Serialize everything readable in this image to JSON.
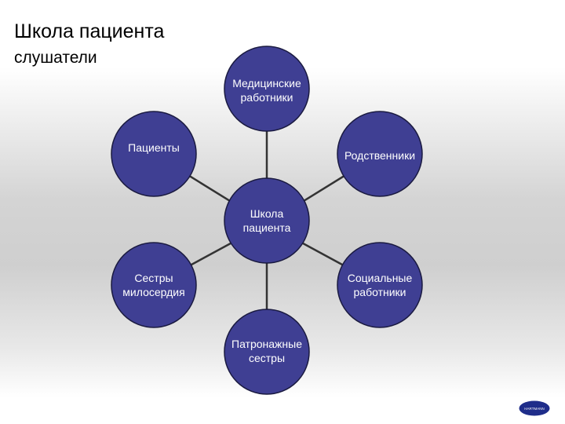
{
  "slide": {
    "title": "Школа пациента",
    "subtitle": "слушатели"
  },
  "diagram": {
    "center": "Школа\nпациента",
    "nodes": {
      "top": "Медицинские\nработники",
      "upper_left": "Пациенты",
      "upper_right": "Родственники",
      "lower_left": "Сестры\nмилосердия",
      "lower_right": "Социальные\nработники",
      "bottom": "Патронажные\nсестры"
    }
  },
  "logo": {
    "text": "HARTMANN"
  },
  "colors": {
    "node_fill": "#3f3f93",
    "node_stroke": "#1a1a40",
    "connector": "#333333",
    "logo_fill": "#1f2d8a"
  }
}
